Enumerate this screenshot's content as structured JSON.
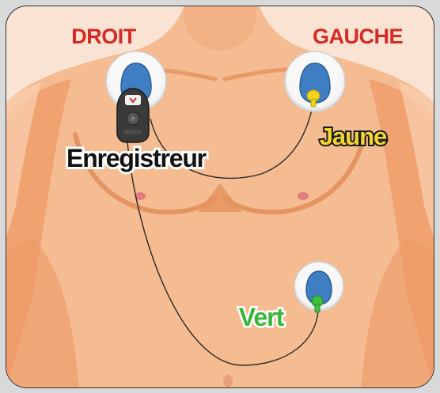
{
  "labels": {
    "right": "DROIT",
    "left": "GAUCHE",
    "yellow": "Jaune",
    "green": "Vert",
    "recorder": "Enregistreur"
  },
  "colors": {
    "side_label": "#d42a24",
    "yellow_label": "#f3d531",
    "green_label": "#38b63c",
    "recorder_label": "#111111",
    "skin": "#f6c29a",
    "skin_shadow": "#efa26d",
    "electrode_blue": "#3f7ec2",
    "yellow_clip": "#f2d31c",
    "green_clip": "#3fbf3f",
    "frame_bg": "#d9d9d9"
  },
  "icons": [
    "electrode-icon",
    "recorder-device-icon",
    "yellow-clip-icon",
    "green-clip-icon"
  ]
}
